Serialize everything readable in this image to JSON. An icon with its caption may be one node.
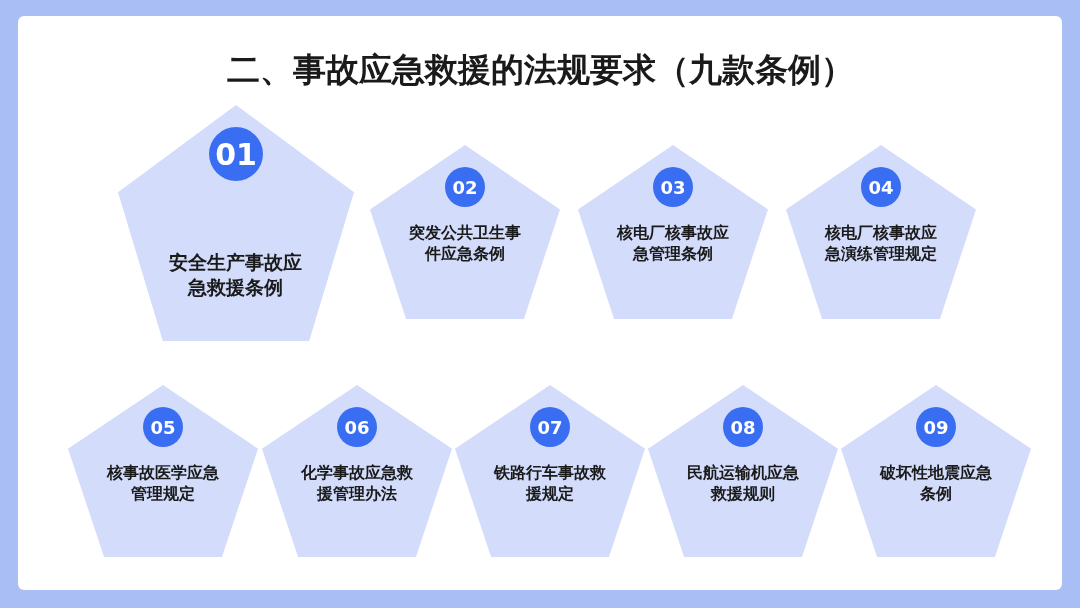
{
  "diagram": {
    "title": "二、事故应急救援的法规要求（九款条例）",
    "nodes": [
      {
        "text": [
          "01",
          "安全生产事故应急救援条例"
        ]
      },
      {
        "text": [
          "02",
          "突发公共卫生事件应急条例"
        ]
      },
      {
        "text": [
          "03",
          "核电厂核事故应急管理条例"
        ]
      },
      {
        "text": [
          "04",
          "核电厂核事故应急演练管理规定"
        ]
      },
      {
        "text": [
          "05",
          "核事故医学应急管理规定"
        ]
      },
      {
        "text": [
          "06",
          "化学事故应急救援管理办法"
        ]
      },
      {
        "text": [
          "07",
          "铁路行车事故救援规定"
        ]
      },
      {
        "text": [
          "08",
          "民航运输机应急救援规则"
        ]
      },
      {
        "text": [
          "09",
          "破坏性地震应急条例"
        ]
      }
    ]
  }
}
